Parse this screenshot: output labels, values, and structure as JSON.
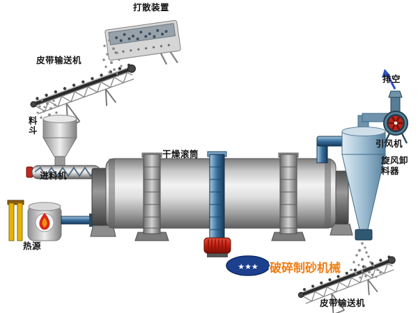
{
  "diagram": {
    "labels": {
      "scatter_device": "打散装置",
      "belt_conveyor_top": "皮带输送机",
      "hopper": "料斗",
      "feeder": "进料机",
      "heat_source": "热源",
      "drying_drum": "干燥滚筒",
      "exhaust": "排空",
      "induced_draft_fan": "引风机",
      "cyclone_discharger": "旋风卸料器",
      "belt_conveyor_bottom": "皮带输送机"
    },
    "colors": {
      "pipe_blue": "#3a6f9e",
      "drive_gear_red": "#c01e10",
      "heat_frame_yellow": "#e6b400",
      "flame_red": "#d8281a",
      "cyclone_blue": "#a3c2d6",
      "fan_impeller_red": "#c02417",
      "exhaust_arrow_blue": "#2b50c8",
      "metal_gray": "#c9c9c9"
    }
  },
  "watermark": {
    "stars": "★★★",
    "text": "破碎制砂机械",
    "badge_color": "#1c3f8e",
    "text_color": "#f07d12"
  }
}
